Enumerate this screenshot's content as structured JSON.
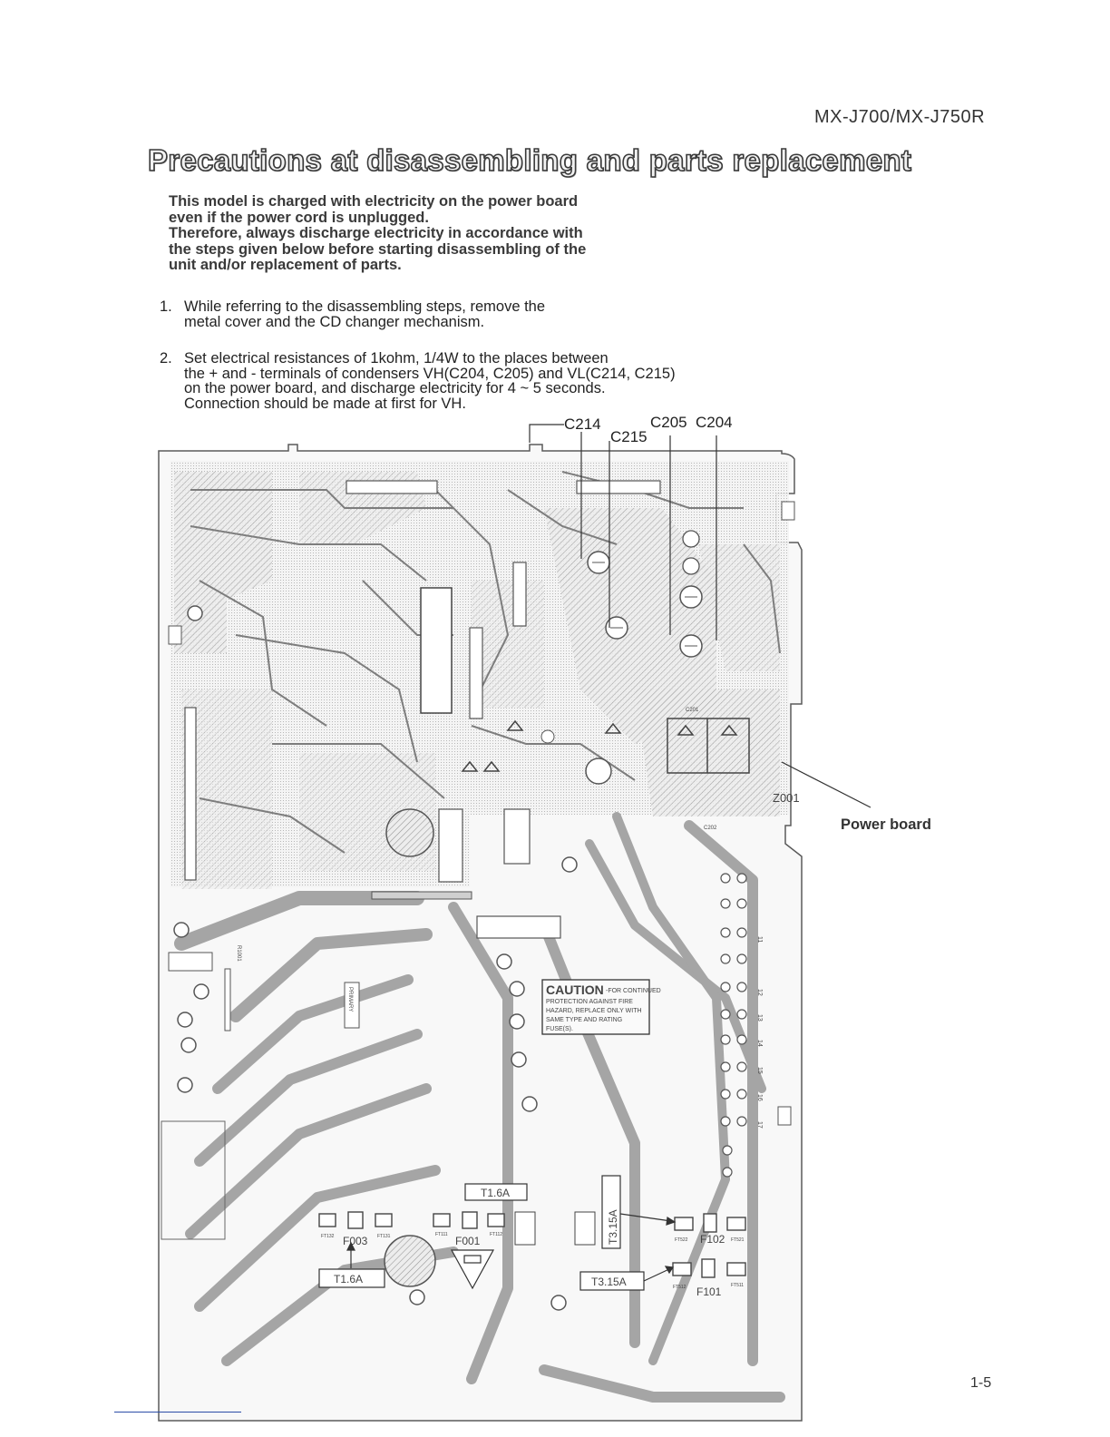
{
  "header": {
    "model": "MX-J700/MX-J750R"
  },
  "title": "Precautions at disassembling and parts replacement",
  "warning": [
    "This model is charged with electricity on the power board",
    "even if the power cord is unplugged.",
    "Therefore, always discharge electricity in accordance with",
    "the steps given below before starting disassembling of the",
    "unit and/or replacement of parts."
  ],
  "steps": [
    {
      "num": "1.",
      "lines": [
        "While referring to the disassembling steps, remove the",
        "metal cover and the CD changer mechanism."
      ]
    },
    {
      "num": "2.",
      "lines": [
        "Set electrical resistances of 1kohm, 1/4W to the places between",
        "the + and - terminals of condensers VH(C204, C205) and VL(C214, C215)",
        "on the power board, and discharge electricity for 4 ~ 5 seconds.",
        "Connection should be made at first for VH."
      ]
    }
  ],
  "callouts": {
    "c214": "C214",
    "c215": "C215",
    "c205": "C205",
    "c204": "C204"
  },
  "board": {
    "label": "Power board",
    "caution": {
      "word": "CAUTION",
      "line1": "-FOR CONTINUED",
      "line2": "PROTECTION AGAINST FIRE",
      "line3": "HAZARD, REPLACE ONLY WITH",
      "line4": "SAME TYPE AND RATING",
      "line5": "FUSE(S)."
    },
    "fuse_ratings": {
      "t16a_top": "T1.6A",
      "t16a_bottom": "T1.6A",
      "t315a_vertical": "T3.15A",
      "t315a_bottom": "T3.15A"
    },
    "fuse_refs": {
      "f003": "F003",
      "f001": "F001",
      "f102": "F102",
      "f101": "F101"
    },
    "small_refs": {
      "ft132": "FT132",
      "ft131": "FT131",
      "ft111": "FT111",
      "ft112": "FT112",
      "ft522": "FT522",
      "ft521": "FT521",
      "ft512": "FT512",
      "ft511": "FT511",
      "c201": "C201",
      "c202": "C202",
      "r1001": "R1001",
      "primary": "PRIMARY",
      "z001": "Z001"
    },
    "pin_numbers": [
      "11",
      "12",
      "13",
      "14",
      "15",
      "16",
      "17"
    ]
  }
}
